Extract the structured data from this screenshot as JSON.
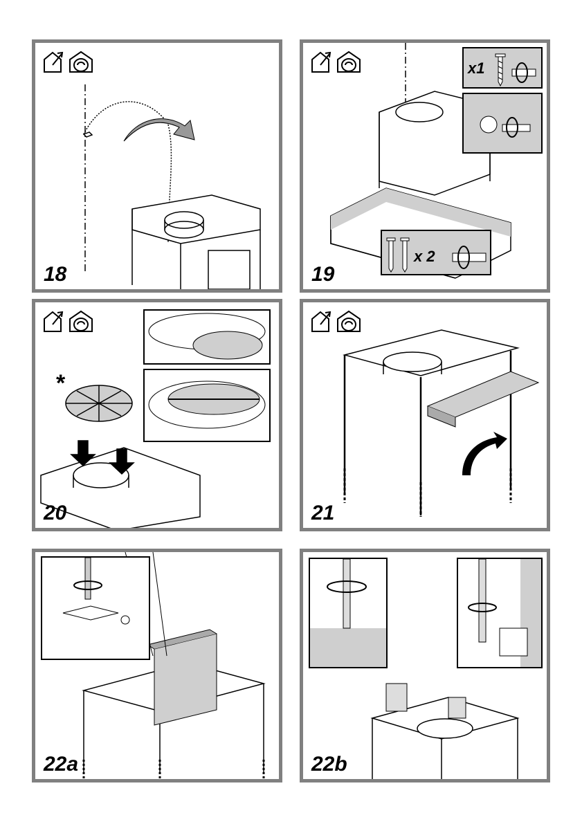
{
  "panels": [
    {
      "step": "18"
    },
    {
      "step": "19",
      "label_x1": "x1",
      "label_x2": "x 2"
    },
    {
      "step": "20",
      "asterisk": "*"
    },
    {
      "step": "21"
    },
    {
      "step": "22a"
    },
    {
      "step": "22b"
    }
  ],
  "icons": [
    "house-vent-out-icon",
    "house-recirculation-icon"
  ],
  "colors": {
    "frame": "#808080",
    "shade": "#cfcfcf",
    "ink": "#000000"
  }
}
